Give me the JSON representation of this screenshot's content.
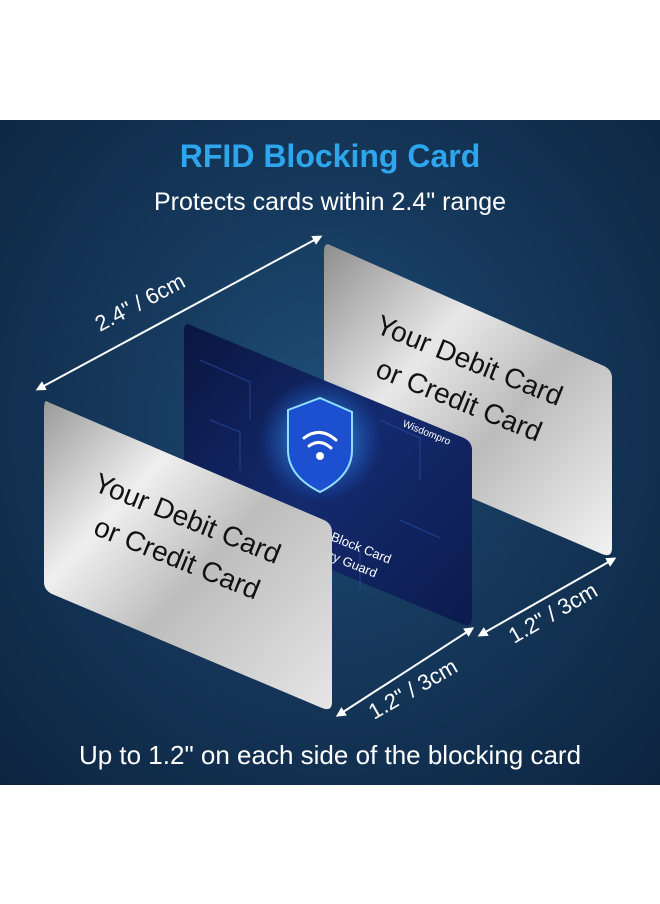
{
  "header": {
    "title": "RFID Blocking Card",
    "subtitle": "Protects cards within 2.4\" range"
  },
  "measurements": {
    "width": "2.4\" / 6cm",
    "depth_front": "1.2\" / 3cm",
    "depth_back": "1.2\" / 3cm"
  },
  "cards": {
    "back_line1": "Your Debit Card",
    "back_line2": "or Credit Card",
    "front_line1": "Your Debit Card",
    "front_line2": "or Credit Card",
    "blocking_brand": "Wisdompro",
    "blocking_line1": "Block Card",
    "blocking_line2": "cy Guard"
  },
  "footer": {
    "text": "Up to 1.2\" on each side of the blocking card"
  },
  "colors": {
    "title": "#2ea6ee",
    "background": "#163a5e",
    "card_silver": "#c8c8c8",
    "blocking_card": "#0f2260"
  }
}
